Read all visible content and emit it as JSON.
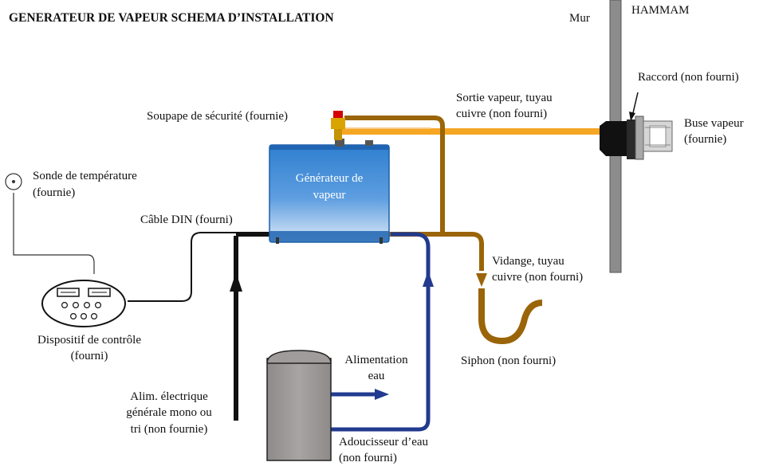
{
  "title": "GENERATEUR DE VAPEUR SCHEMA D’INSTALLATION",
  "wall": {
    "mur": "Mur",
    "hammam": "HAMMAM"
  },
  "labels": {
    "raccord": "Raccord (non fourni)",
    "buse_line1": "Buse vapeur",
    "buse_line2": "(fournie)",
    "sortie_line1": "Sortie vapeur, tuyau",
    "sortie_line2": "cuivre (non fourni)",
    "soupape": "Soupape de sécurité (fournie)",
    "generateur_line1": "Générateur de",
    "generateur_line2": "vapeur",
    "sonde_line1": "Sonde de température",
    "sonde_line2": "(fournie)",
    "cable": "Câble DIN (fourni)",
    "vidange_line1": "Vidange, tuyau",
    "vidange_line2": "cuivre (non fourni)",
    "controle_line1": "Dispositif de contrôle",
    "controle_line2": "(fourni)",
    "alimentation_line1": "Alimentation",
    "alimentation_line2": "eau",
    "siphon": "Siphon (non fourni)",
    "alim_line1": "Alim. électrique",
    "alim_line2": "générale mono ou",
    "alim_line3": "tri (non fournie)",
    "adoucisseur_line1": "Adoucisseur d’eau",
    "adoucisseur_line2": "(non fourni)"
  },
  "colors": {
    "steam_pipe": "#f5a623",
    "copper_pipe": "#9a6408",
    "water_pipe": "#223a8f",
    "cable": "#111111",
    "generator_top": "#2f7fcf",
    "generator_bottom": "#d8e8f8",
    "softener": "#a09c9b",
    "wall": "#8c8c8c",
    "valve": "#d40000"
  }
}
